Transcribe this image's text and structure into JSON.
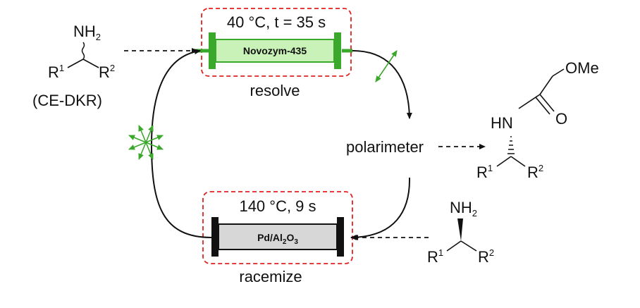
{
  "reactor_top": {
    "conditions": "40 °C, t = 35 s",
    "column_label": "Novozym-435",
    "caption": "resolve",
    "color_fill": "#c9f2b8",
    "color_cap": "#3aa82a"
  },
  "reactor_bottom": {
    "conditions": "140 °C, 9 s",
    "column_label_main": "Pd/Al",
    "column_label_sub1": "2",
    "column_label_mid": "O",
    "column_label_sub2": "3",
    "caption": "racemize",
    "color_fill": "#d7d7d7",
    "color_cap": "#111111"
  },
  "detector": {
    "label": "polarimeter"
  },
  "substrate_left": {
    "amine": "NH",
    "amine_sub": "2",
    "r1": "R",
    "r1_sup": "1",
    "r2": "R",
    "r2_sup": "2",
    "note": "(CE-DKR)"
  },
  "product_amide": {
    "methoxy": "OMe",
    "nh": "HN",
    "oxygen": "O",
    "r1": "R",
    "r1_sup": "1",
    "r2": "R",
    "r2_sup": "2"
  },
  "product_amine": {
    "amine": "NH",
    "amine_sub": "2",
    "r1": "R",
    "r1_sup": "1",
    "r2": "R",
    "r2_sup": "2"
  },
  "colors": {
    "box_border": "#e02020",
    "light_symbol": "#3aa82a",
    "ink": "#111111"
  }
}
